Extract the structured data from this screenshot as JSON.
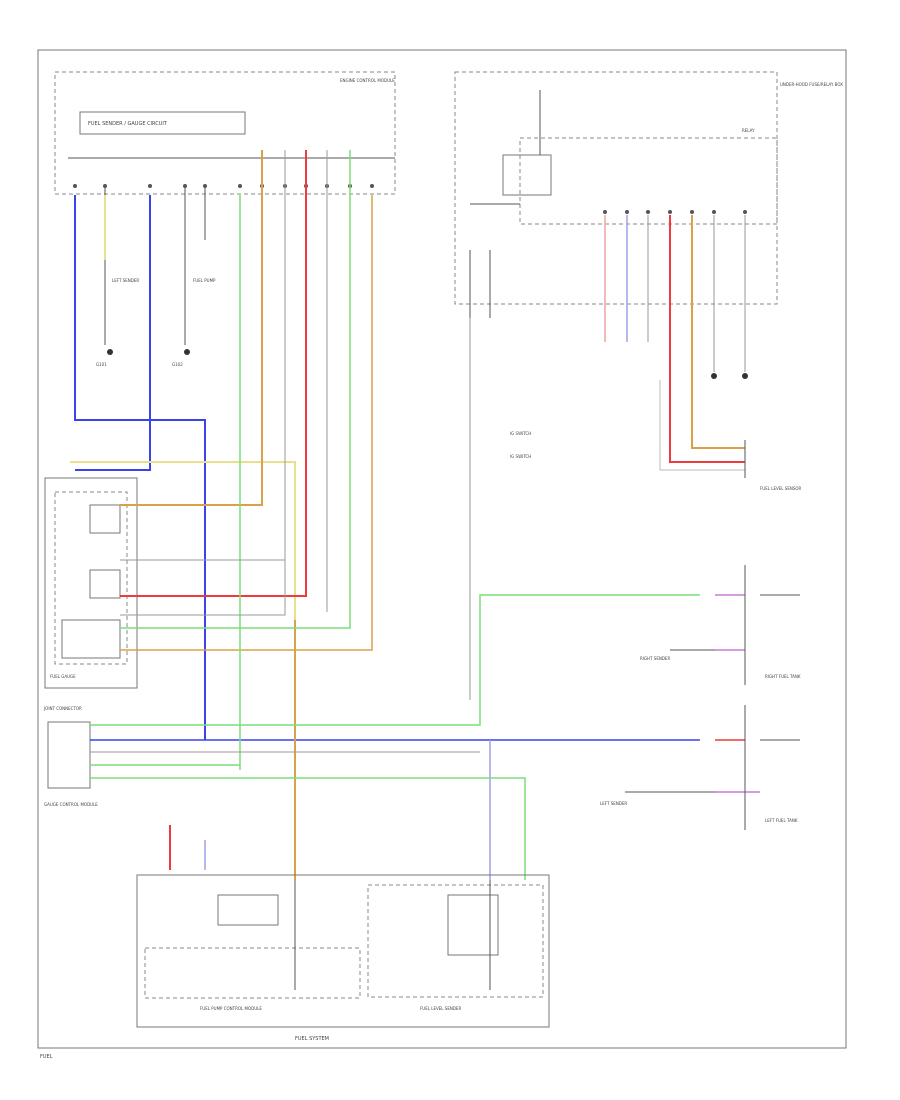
{
  "diagram_texts": {
    "top_left_module": "ENGINE CONTROL MODULE",
    "top_left_circuit": "FUEL SENDER / GAUGE CIRCUIT",
    "top_right_module": "UNDER-HOOD FUSE/RELAY BOX",
    "top_right_relay": "RELAY",
    "left_sender_1": "LEFT SENDER",
    "left_sender_2": "FUEL PUMP",
    "ground_1": "G101",
    "ground_2": "G102",
    "gauge_module": "GAUGE CONTROL MODULE",
    "left_module_label": "FUEL GAUGE",
    "connector_label": "JOINT CONNECTOR",
    "right_note_1": "IG SWITCH",
    "right_note_2": "IG SWITCH",
    "right_sensor_1": "FUEL LEVEL SENSOR",
    "right_sensor_2": "RIGHT SENDER",
    "right_sensor_3": "LEFT SENDER",
    "right_side_1": "RIGHT FUEL TANK",
    "right_side_2": "LEFT FUEL TANK",
    "bottom_left_module": "FUEL PUMP CONTROL MODULE",
    "bottom_right_module": "FUEL LEVEL SENDER",
    "bottom_caption": "FUEL SYSTEM",
    "corner_tag": "FUEL"
  },
  "wire_colors": {
    "blue": "#3a44ee",
    "yellow": "#e8e08a",
    "orange": "#d9a24a",
    "red": "#ee3b3b",
    "pink": "#f08080",
    "green": "#7bde7b",
    "light_blue": "#9f9fee",
    "gray": "#999999",
    "purple": "#c77dd6"
  }
}
